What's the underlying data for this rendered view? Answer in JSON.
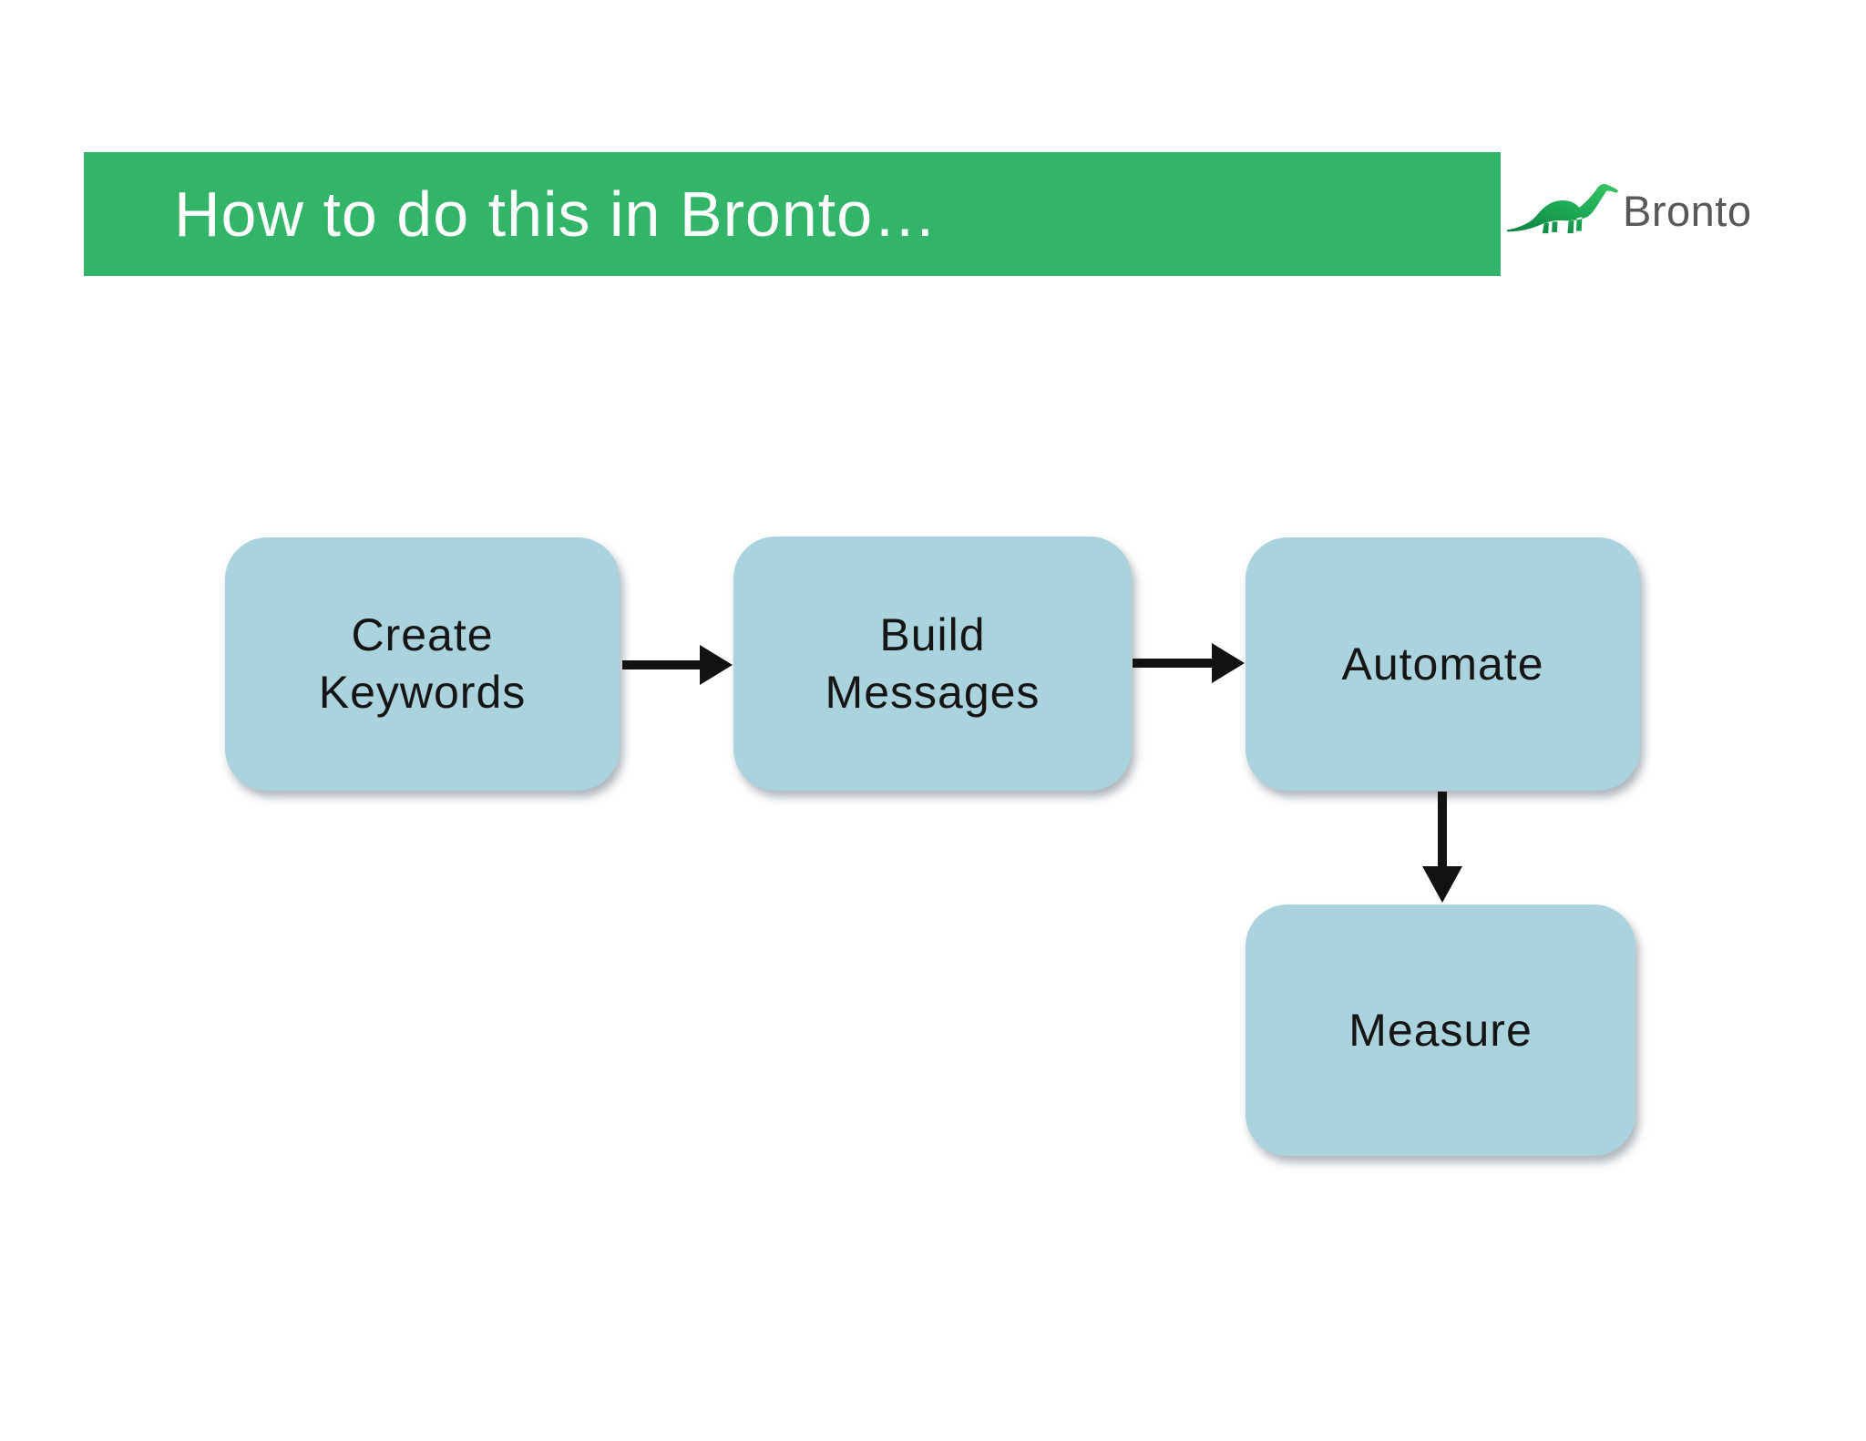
{
  "slide": {
    "title": "How to do this in Bronto…",
    "logo": {
      "wordmark": "Bronto",
      "icon": "brontosaurus-dinosaur"
    },
    "flow": {
      "nodes": [
        {
          "id": "create-keywords",
          "label": "Create\nKeywords"
        },
        {
          "id": "build-messages",
          "label": "Build\nMessages"
        },
        {
          "id": "automate",
          "label": "Automate"
        },
        {
          "id": "measure",
          "label": "Measure"
        }
      ],
      "connections": [
        {
          "from": "create-keywords",
          "to": "build-messages",
          "direction": "right"
        },
        {
          "from": "build-messages",
          "to": "automate",
          "direction": "right"
        },
        {
          "from": "automate",
          "to": "measure",
          "direction": "down"
        }
      ]
    },
    "colors": {
      "header_green": "#32b469",
      "title_white": "#ffffff",
      "box_blue": "#aad3de",
      "box_text": "#151515",
      "arrow_black": "#121212",
      "logo_text_gray": "#58595b",
      "logo_green_dark": "#0c7f42",
      "logo_green_mid": "#1ba552",
      "logo_green_bright": "#33c162"
    }
  }
}
